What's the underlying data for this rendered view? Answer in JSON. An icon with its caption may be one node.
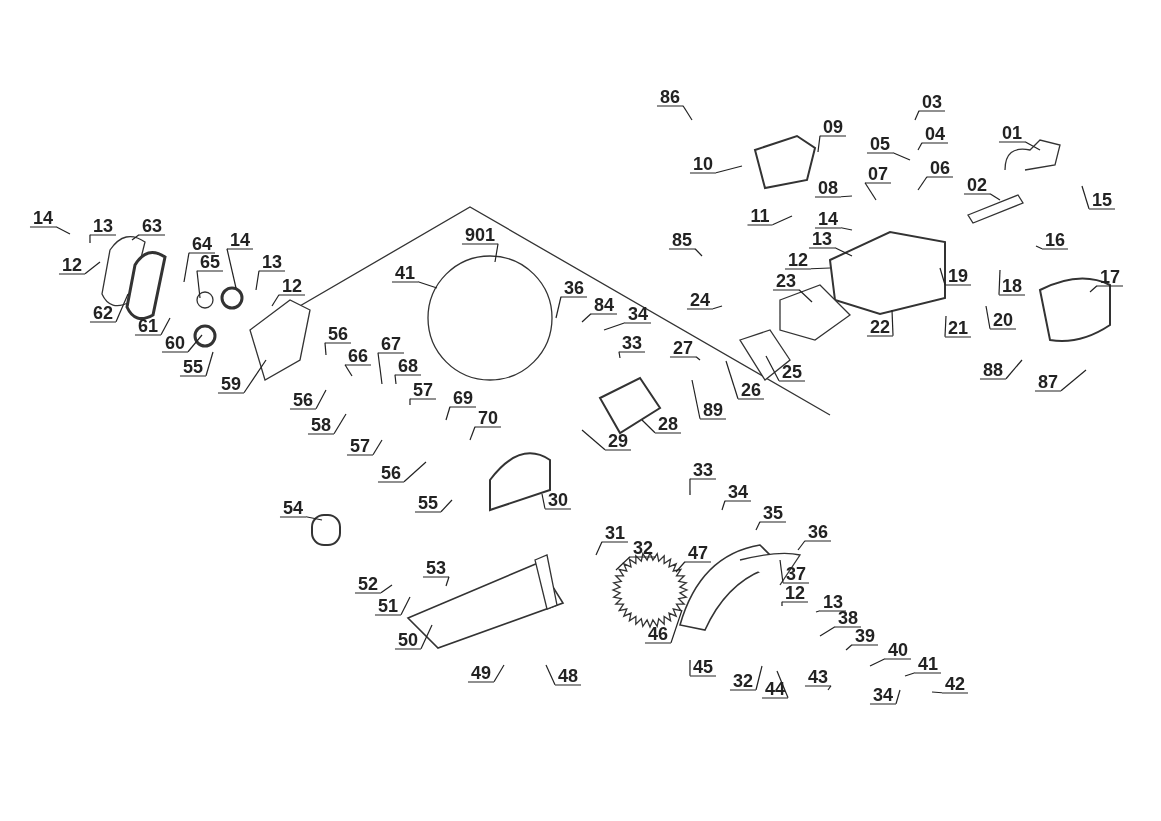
{
  "diagram": {
    "nodes": [
      {
        "text": [
          "86"
        ]
      },
      {
        "text": [
          "03"
        ]
      },
      {
        "text": [
          "09"
        ]
      },
      {
        "text": [
          "04"
        ]
      },
      {
        "text": [
          "05"
        ]
      },
      {
        "text": [
          "01"
        ]
      },
      {
        "text": [
          "10"
        ]
      },
      {
        "text": [
          "07"
        ]
      },
      {
        "text": [
          "06"
        ]
      },
      {
        "text": [
          "08"
        ]
      },
      {
        "text": [
          "02"
        ]
      },
      {
        "text": [
          "15"
        ]
      },
      {
        "text": [
          "11"
        ]
      },
      {
        "text": [
          "14"
        ]
      },
      {
        "text": [
          "14"
        ]
      },
      {
        "text": [
          "13"
        ]
      },
      {
        "text": [
          "63"
        ]
      },
      {
        "text": [
          "13"
        ]
      },
      {
        "text": [
          "901"
        ]
      },
      {
        "text": [
          "85"
        ]
      },
      {
        "text": [
          "16"
        ]
      },
      {
        "text": [
          "12"
        ]
      },
      {
        "text": [
          "64"
        ]
      },
      {
        "text": [
          "14"
        ]
      },
      {
        "text": [
          "65"
        ]
      },
      {
        "text": [
          "13"
        ]
      },
      {
        "text": [
          "12"
        ]
      },
      {
        "text": [
          "41"
        ]
      },
      {
        "text": [
          "36"
        ]
      },
      {
        "text": [
          "12"
        ]
      },
      {
        "text": [
          "19"
        ]
      },
      {
        "text": [
          "17"
        ]
      },
      {
        "text": [
          "18"
        ]
      },
      {
        "text": [
          "62"
        ]
      },
      {
        "text": [
          "24"
        ]
      },
      {
        "text": [
          "23"
        ]
      },
      {
        "text": [
          "84"
        ]
      },
      {
        "text": [
          "61"
        ]
      },
      {
        "text": [
          "34"
        ]
      },
      {
        "text": [
          "33"
        ]
      },
      {
        "text": [
          "22"
        ]
      },
      {
        "text": [
          "21"
        ]
      },
      {
        "text": [
          "20"
        ]
      },
      {
        "text": [
          "56"
        ]
      },
      {
        "text": [
          "67"
        ]
      },
      {
        "text": [
          "60"
        ]
      },
      {
        "text": [
          "55"
        ]
      },
      {
        "text": [
          "66"
        ]
      },
      {
        "text": [
          "27"
        ]
      },
      {
        "text": [
          "68"
        ]
      },
      {
        "text": [
          "59"
        ]
      },
      {
        "text": [
          "26"
        ]
      },
      {
        "text": [
          "25"
        ]
      },
      {
        "text": [
          "89"
        ]
      },
      {
        "text": [
          "57"
        ]
      },
      {
        "text": [
          "69"
        ]
      },
      {
        "text": [
          "88"
        ]
      },
      {
        "text": [
          "87"
        ]
      },
      {
        "text": [
          "56"
        ]
      },
      {
        "text": [
          "58"
        ]
      },
      {
        "text": [
          "70"
        ]
      },
      {
        "text": [
          "28"
        ]
      },
      {
        "text": [
          "29"
        ]
      },
      {
        "text": [
          "57"
        ]
      },
      {
        "text": [
          "56"
        ]
      },
      {
        "text": [
          "33"
        ]
      },
      {
        "text": [
          "55"
        ]
      },
      {
        "text": [
          "30"
        ]
      },
      {
        "text": [
          "34"
        ]
      },
      {
        "text": [
          "54"
        ]
      },
      {
        "text": [
          "35"
        ]
      },
      {
        "text": [
          "36"
        ]
      },
      {
        "text": [
          "31"
        ]
      },
      {
        "text": [
          "32"
        ]
      },
      {
        "text": [
          "47"
        ]
      },
      {
        "text": [
          "53"
        ]
      },
      {
        "text": [
          "37"
        ]
      },
      {
        "text": [
          "12"
        ]
      },
      {
        "text": [
          "52"
        ]
      },
      {
        "text": [
          "13"
        ]
      },
      {
        "text": [
          "51"
        ]
      },
      {
        "text": [
          "38"
        ]
      },
      {
        "text": [
          "39"
        ]
      },
      {
        "text": [
          "46"
        ]
      },
      {
        "text": [
          "50"
        ]
      },
      {
        "text": [
          "40"
        ]
      },
      {
        "text": [
          "41"
        ]
      },
      {
        "text": [
          "45"
        ]
      },
      {
        "text": [
          "49"
        ]
      },
      {
        "text": [
          "48"
        ]
      },
      {
        "text": [
          "32"
        ]
      },
      {
        "text": [
          "44"
        ]
      },
      {
        "text": [
          "43"
        ]
      },
      {
        "text": [
          "42"
        ]
      },
      {
        "text": [
          "34"
        ]
      }
    ],
    "edges": [
      {
        "from": 0,
        "to": null,
        "arrow": "none"
      },
      {
        "from": 1,
        "to": null,
        "arrow": "none"
      },
      {
        "from": 2,
        "to": null,
        "arrow": "none"
      },
      {
        "from": 3,
        "to": null,
        "arrow": "none"
      },
      {
        "from": 4,
        "to": null,
        "arrow": "none"
      },
      {
        "from": 5,
        "to": null,
        "arrow": "none"
      },
      {
        "from": 6,
        "to": null,
        "arrow": "none"
      },
      {
        "from": 7,
        "to": null,
        "arrow": "none"
      },
      {
        "from": 8,
        "to": null,
        "arrow": "none"
      },
      {
        "from": 9,
        "to": null,
        "arrow": "none"
      },
      {
        "from": 10,
        "to": null,
        "arrow": "none"
      },
      {
        "from": 11,
        "to": null,
        "arrow": "none"
      },
      {
        "from": 12,
        "to": null,
        "arrow": "none"
      },
      {
        "from": 13,
        "to": null,
        "arrow": "none"
      },
      {
        "from": 14,
        "to": null,
        "arrow": "none"
      },
      {
        "from": 15,
        "to": null,
        "arrow": "none"
      },
      {
        "from": 16,
        "to": null,
        "arrow": "none"
      },
      {
        "from": 17,
        "to": null,
        "arrow": "none"
      },
      {
        "from": 18,
        "to": null,
        "arrow": "none"
      },
      {
        "from": 19,
        "to": null,
        "arrow": "none"
      },
      {
        "from": 20,
        "to": null,
        "arrow": "none"
      },
      {
        "from": 21,
        "to": null,
        "arrow": "none"
      },
      {
        "from": 22,
        "to": null,
        "arrow": "none"
      },
      {
        "from": 23,
        "to": null,
        "arrow": "none"
      },
      {
        "from": 24,
        "to": null,
        "arrow": "none"
      },
      {
        "from": 25,
        "to": null,
        "arrow": "none"
      },
      {
        "from": 26,
        "to": null,
        "arrow": "none"
      },
      {
        "from": 27,
        "to": null,
        "arrow": "none"
      },
      {
        "from": 28,
        "to": null,
        "arrow": "none"
      },
      {
        "from": 29,
        "to": null,
        "arrow": "none"
      },
      {
        "from": 30,
        "to": null,
        "arrow": "none"
      },
      {
        "from": 31,
        "to": null,
        "arrow": "none"
      },
      {
        "from": 32,
        "to": null,
        "arrow": "none"
      },
      {
        "from": 33,
        "to": null,
        "arrow": "none"
      },
      {
        "from": 34,
        "to": null,
        "arrow": "none"
      },
      {
        "from": 35,
        "to": null,
        "arrow": "none"
      },
      {
        "from": 36,
        "to": null,
        "arrow": "none"
      },
      {
        "from": 37,
        "to": null,
        "arrow": "none"
      },
      {
        "from": 38,
        "to": null,
        "arrow": "none"
      },
      {
        "from": 39,
        "to": null,
        "arrow": "none"
      },
      {
        "from": 40,
        "to": null,
        "arrow": "none"
      },
      {
        "from": 41,
        "to": null,
        "arrow": "none"
      },
      {
        "from": 42,
        "to": null,
        "arrow": "none"
      },
      {
        "from": 43,
        "to": null,
        "arrow": "none"
      },
      {
        "from": 44,
        "to": null,
        "arrow": "none"
      },
      {
        "from": 45,
        "to": null,
        "arrow": "none"
      },
      {
        "from": 46,
        "to": null,
        "arrow": "none"
      },
      {
        "from": 47,
        "to": null,
        "arrow": "none"
      },
      {
        "from": 48,
        "to": null,
        "arrow": "none"
      },
      {
        "from": 49,
        "to": null,
        "arrow": "none"
      },
      {
        "from": 50,
        "to": null,
        "arrow": "none"
      },
      {
        "from": 51,
        "to": null,
        "arrow": "none"
      },
      {
        "from": 52,
        "to": null,
        "arrow": "none"
      },
      {
        "from": 53,
        "to": null,
        "arrow": "none"
      },
      {
        "from": 54,
        "to": null,
        "arrow": "none"
      },
      {
        "from": 55,
        "to": null,
        "arrow": "none"
      },
      {
        "from": 56,
        "to": null,
        "arrow": "none"
      },
      {
        "from": 57,
        "to": null,
        "arrow": "none"
      },
      {
        "from": 58,
        "to": null,
        "arrow": "none"
      },
      {
        "from": 59,
        "to": null,
        "arrow": "none"
      },
      {
        "from": 60,
        "to": null,
        "arrow": "none"
      },
      {
        "from": 61,
        "to": null,
        "arrow": "none"
      },
      {
        "from": 62,
        "to": null,
        "arrow": "none"
      },
      {
        "from": 63,
        "to": null,
        "arrow": "none"
      },
      {
        "from": 64,
        "to": null,
        "arrow": "none"
      },
      {
        "from": 65,
        "to": null,
        "arrow": "none"
      },
      {
        "from": 66,
        "to": null,
        "arrow": "none"
      },
      {
        "from": 67,
        "to": null,
        "arrow": "none"
      },
      {
        "from": 68,
        "to": null,
        "arrow": "none"
      },
      {
        "from": 69,
        "to": null,
        "arrow": "none"
      },
      {
        "from": 70,
        "to": null,
        "arrow": "none"
      },
      {
        "from": 71,
        "to": null,
        "arrow": "none"
      },
      {
        "from": 72,
        "to": null,
        "arrow": "none"
      },
      {
        "from": 73,
        "to": null,
        "arrow": "none"
      },
      {
        "from": 74,
        "to": null,
        "arrow": "none"
      },
      {
        "from": 75,
        "to": null,
        "arrow": "none"
      },
      {
        "from": 76,
        "to": null,
        "arrow": "none"
      },
      {
        "from": 77,
        "to": null,
        "arrow": "none"
      },
      {
        "from": 78,
        "to": null,
        "arrow": "none"
      },
      {
        "from": 79,
        "to": null,
        "arrow": "none"
      },
      {
        "from": 80,
        "to": null,
        "arrow": "none"
      },
      {
        "from": 81,
        "to": null,
        "arrow": "none"
      },
      {
        "from": 82,
        "to": null,
        "arrow": "none"
      },
      {
        "from": 83,
        "to": null,
        "arrow": "none"
      },
      {
        "from": 84,
        "to": null,
        "arrow": "none"
      },
      {
        "from": 85,
        "to": null,
        "arrow": "none"
      },
      {
        "from": 86,
        "to": null,
        "arrow": "none"
      },
      {
        "from": 87,
        "to": null,
        "arrow": "none"
      },
      {
        "from": 88,
        "to": null,
        "arrow": "none"
      },
      {
        "from": 89,
        "to": null,
        "arrow": "none"
      },
      {
        "from": 90,
        "to": null,
        "arrow": "none"
      },
      {
        "from": 91,
        "to": null,
        "arrow": "none"
      },
      {
        "from": 92,
        "to": null,
        "arrow": "none"
      },
      {
        "from": 93,
        "to": null,
        "arrow": "none"
      },
      {
        "from": 94,
        "to": null,
        "arrow": "none"
      }
    ]
  }
}
